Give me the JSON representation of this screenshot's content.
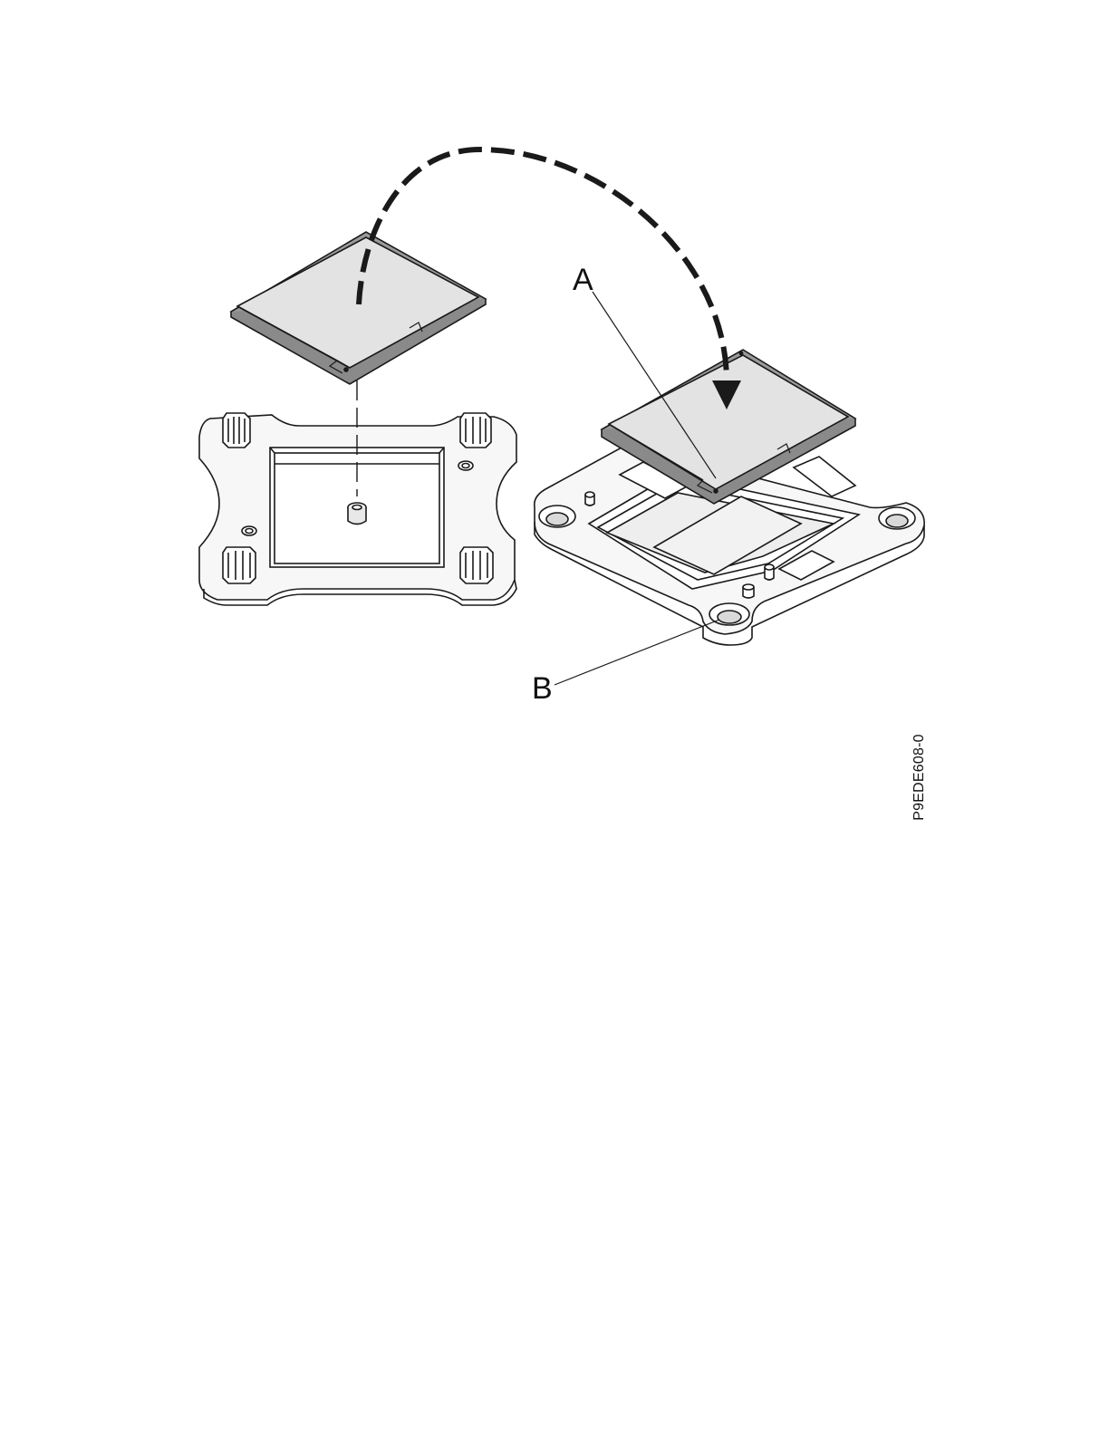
{
  "figure": {
    "callouts": {
      "a": "A",
      "b": "B"
    },
    "figure_id": "P9EDE608-0"
  },
  "colors": {
    "line": "#1a1a1a",
    "chip_top": "#e3e3e3",
    "chip_side": "#9a9a9a",
    "plate": "#f7f7f7",
    "shade": "#d9d9d9"
  },
  "icons": [
    "dashed-curved-arrow-icon",
    "processor-module-icon",
    "processor-carrier-icon",
    "socket-frame-icon"
  ]
}
